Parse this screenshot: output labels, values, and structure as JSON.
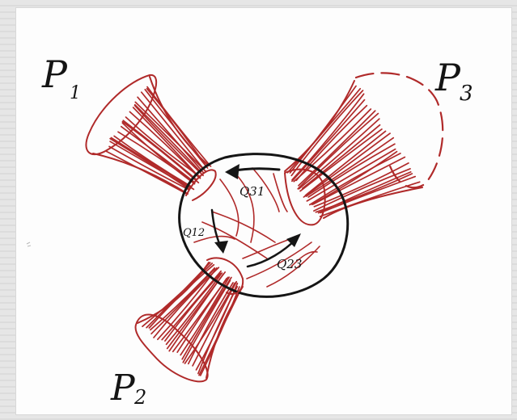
{
  "diagram": {
    "labels": {
      "p1_main": "P",
      "p1_sub": "1",
      "p2_main": "P",
      "p2_sub": "2",
      "p3_main": "P",
      "p3_sub": "3",
      "q31": "Q31",
      "q12": "Q12",
      "q23": "Q23"
    }
  },
  "colors": {
    "ink_red": "#b02a2a",
    "ink_black": "#151515",
    "paper": "#fdfdfd",
    "margin": "#e3e3e3"
  }
}
